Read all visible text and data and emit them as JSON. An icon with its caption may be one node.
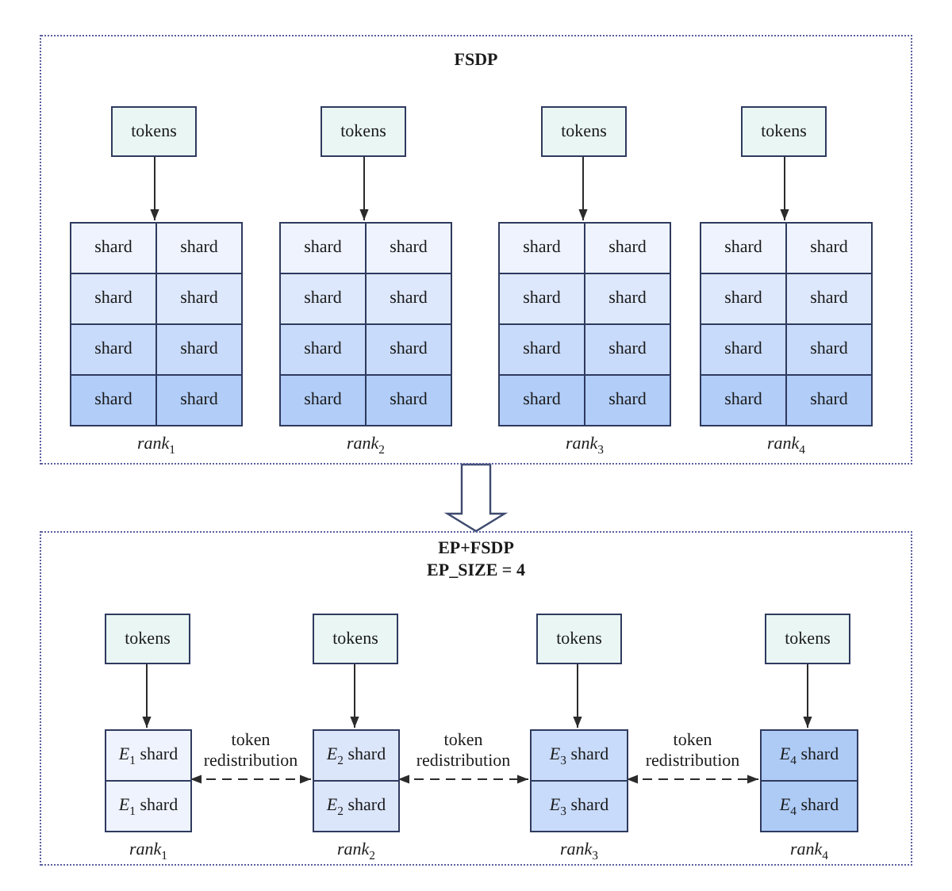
{
  "diagram": {
    "nodes": [
      {
        "text": [
          "FSDP"
        ]
      },
      {
        "text": [
          "tokens"
        ],
        "in": 0
      },
      {
        "text": [
          "tokens"
        ],
        "in": 0
      },
      {
        "text": [
          "tokens"
        ],
        "in": 0
      },
      {
        "text": [
          "tokens"
        ],
        "in": 0
      },
      {
        "text": [
          "*rank*$_{1}$"
        ],
        "in": 0
      },
      {
        "text": [
          "shard"
        ],
        "in": 5
      },
      {
        "text": [
          "shard"
        ],
        "in": 5
      },
      {
        "text": [
          "shard"
        ],
        "in": 5
      },
      {
        "text": [
          "shard"
        ],
        "in": 5
      },
      {
        "text": [
          "shard"
        ],
        "in": 5
      },
      {
        "text": [
          "shard"
        ],
        "in": 5
      },
      {
        "text": [
          "shard"
        ],
        "in": 5
      },
      {
        "text": [
          "shard"
        ],
        "in": 5
      },
      {
        "text": [
          "*rank*$_{2}$"
        ],
        "in": 0
      },
      {
        "text": [
          "shard"
        ],
        "in": 14
      },
      {
        "text": [
          "shard"
        ],
        "in": 14
      },
      {
        "text": [
          "shard"
        ],
        "in": 14
      },
      {
        "text": [
          "shard"
        ],
        "in": 14
      },
      {
        "text": [
          "shard"
        ],
        "in": 14
      },
      {
        "text": [
          "shard"
        ],
        "in": 14
      },
      {
        "text": [
          "shard"
        ],
        "in": 14
      },
      {
        "text": [
          "shard"
        ],
        "in": 14
      },
      {
        "text": [
          "*rank*$_{3}$"
        ],
        "in": 0
      },
      {
        "text": [
          "shard"
        ],
        "in": 23
      },
      {
        "text": [
          "shard"
        ],
        "in": 23
      },
      {
        "text": [
          "shard"
        ],
        "in": 23
      },
      {
        "text": [
          "shard"
        ],
        "in": 23
      },
      {
        "text": [
          "shard"
        ],
        "in": 23
      },
      {
        "text": [
          "shard"
        ],
        "in": 23
      },
      {
        "text": [
          "shard"
        ],
        "in": 23
      },
      {
        "text": [
          "shard"
        ],
        "in": 23
      },
      {
        "text": [
          "*rank*$_{4}$"
        ],
        "in": 0
      },
      {
        "text": [
          "shard"
        ],
        "in": 32
      },
      {
        "text": [
          "shard"
        ],
        "in": 32
      },
      {
        "text": [
          "shard"
        ],
        "in": 32
      },
      {
        "text": [
          "shard"
        ],
        "in": 32
      },
      {
        "text": [
          "shard"
        ],
        "in": 32
      },
      {
        "text": [
          "shard"
        ],
        "in": 32
      },
      {
        "text": [
          "shard"
        ],
        "in": 32
      },
      {
        "text": [
          "shard"
        ],
        "in": 32
      },
      {
        "text": [
          "EP+FSDP",
          "EP_SIZE = 4"
        ]
      },
      {
        "text": [
          "tokens"
        ],
        "in": 41
      },
      {
        "text": [
          "tokens"
        ],
        "in": 41
      },
      {
        "text": [
          "tokens"
        ],
        "in": 41
      },
      {
        "text": [
          "tokens"
        ],
        "in": 41
      },
      {
        "text": [
          "*rank*$_{1}$"
        ],
        "in": 41
      },
      {
        "text": [
          "*E*$_{1}$ shard"
        ],
        "in": 46
      },
      {
        "text": [
          "*E*$_{1}$ shard"
        ],
        "in": 46
      },
      {
        "text": [
          "*rank*$_{2}$"
        ],
        "in": 41
      },
      {
        "text": [
          "*E*$_{2}$ shard"
        ],
        "in": 49
      },
      {
        "text": [
          "*E*$_{2}$ shard"
        ],
        "in": 49
      },
      {
        "text": [
          "*rank*$_{3}$"
        ],
        "in": 41
      },
      {
        "text": [
          "*E*$_{3}$ shard"
        ],
        "in": 52
      },
      {
        "text": [
          "*E*$_{3}$ shard"
        ],
        "in": 52
      },
      {
        "text": [
          "*rank*$_{4}$"
        ],
        "in": 41
      },
      {
        "text": [
          "*E*$_{4}$ shard"
        ],
        "in": 55
      },
      {
        "text": [
          "*E*$_{4}$ shard"
        ],
        "in": 55
      }
    ],
    "edges": [
      {
        "from": 1,
        "to": 5,
        "arrow": "to"
      },
      {
        "from": 2,
        "to": 14,
        "arrow": "to"
      },
      {
        "from": 3,
        "to": 23,
        "arrow": "to"
      },
      {
        "from": 4,
        "to": 32,
        "arrow": "to"
      },
      {
        "from": 0,
        "to": 41,
        "arrow": "to",
        "style": "thick"
      },
      {
        "from": 42,
        "to": 46,
        "arrow": "to"
      },
      {
        "from": 43,
        "to": 49,
        "arrow": "to"
      },
      {
        "from": 44,
        "to": 52,
        "arrow": "to"
      },
      {
        "from": 45,
        "to": 55,
        "arrow": "to"
      },
      {
        "from": 46,
        "to": 49,
        "arrow": "both",
        "style": "dashed",
        "label": "token redistribution"
      },
      {
        "from": 49,
        "to": 52,
        "arrow": "both",
        "style": "dashed",
        "label": "token redistribution"
      },
      {
        "from": 52,
        "to": 55,
        "arrow": "both",
        "style": "dashed",
        "label": "token redistribution"
      }
    ]
  }
}
